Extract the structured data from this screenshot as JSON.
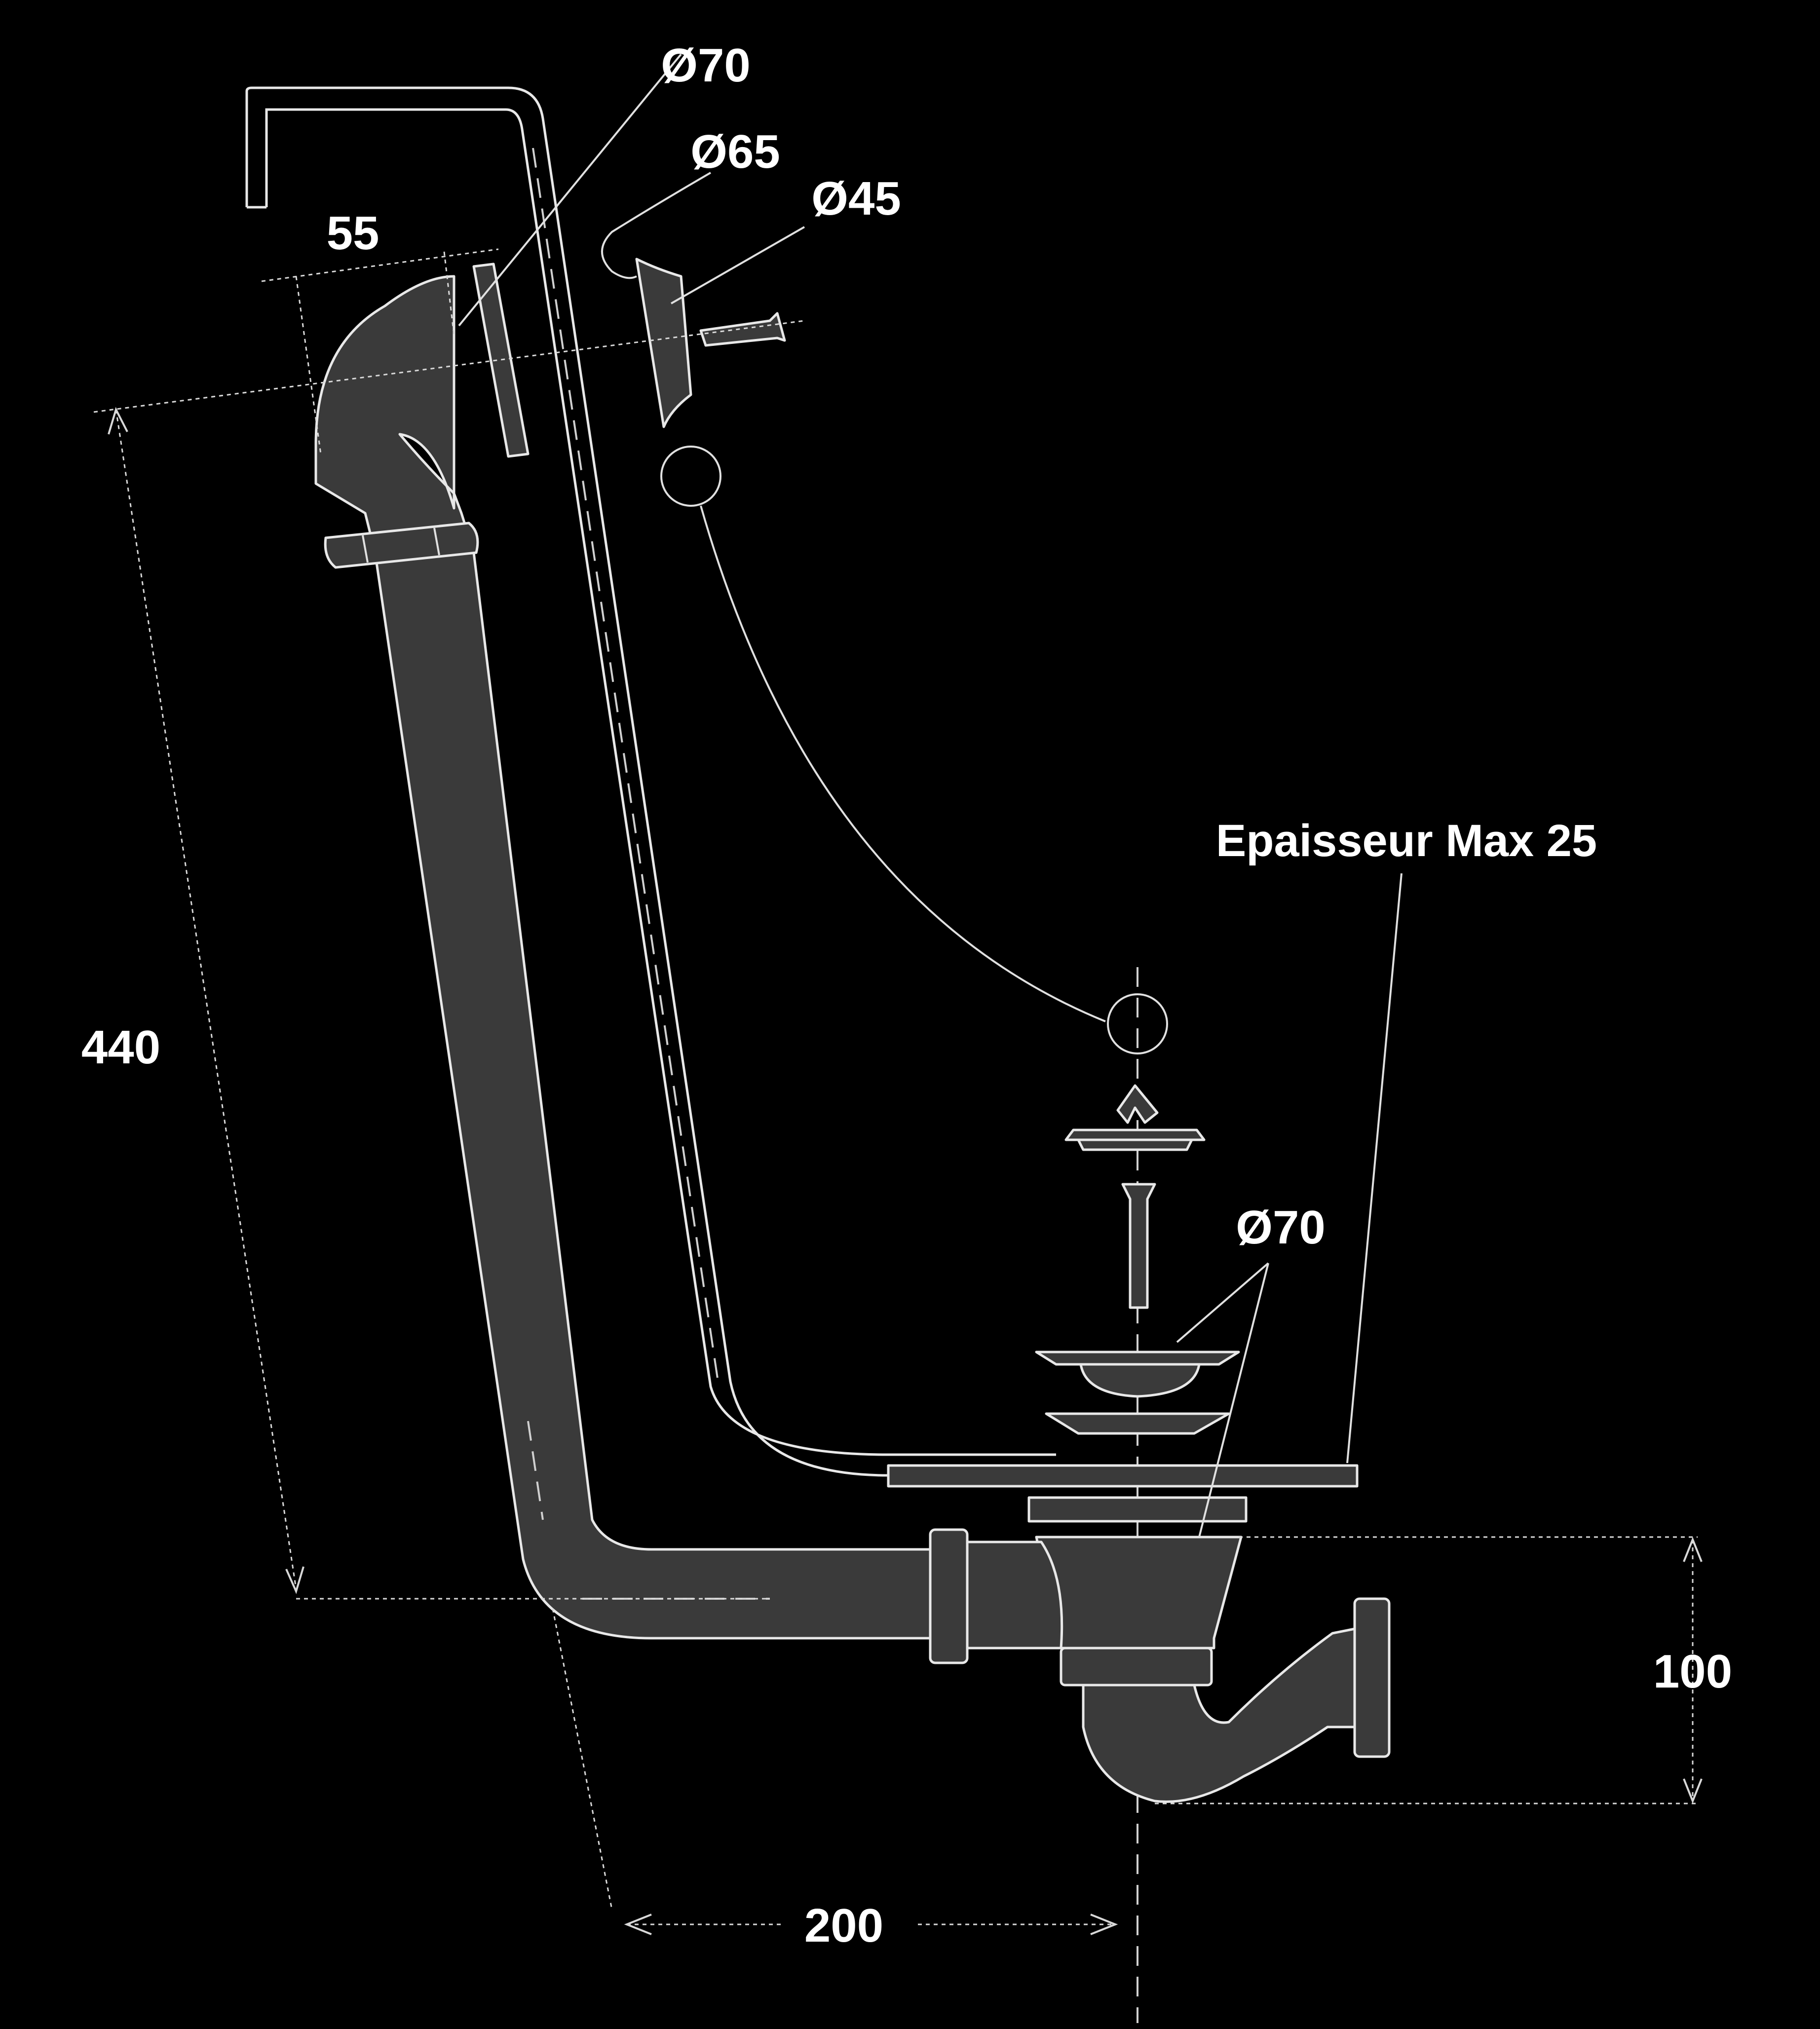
{
  "labels": {
    "dia_70_top": "Ø70",
    "dia_65": "Ø65",
    "dia_45": "Ø45",
    "dim_55": "55",
    "dim_440": "440",
    "thickness": "Epaisseur Max 25",
    "dia_70_drain": "Ø70",
    "dim_100": "100",
    "dim_200": "200"
  },
  "colors": {
    "background": "#000000",
    "part_fill": "#3a3a3a",
    "outline": "#e8e8e8",
    "text": "#ffffff"
  }
}
